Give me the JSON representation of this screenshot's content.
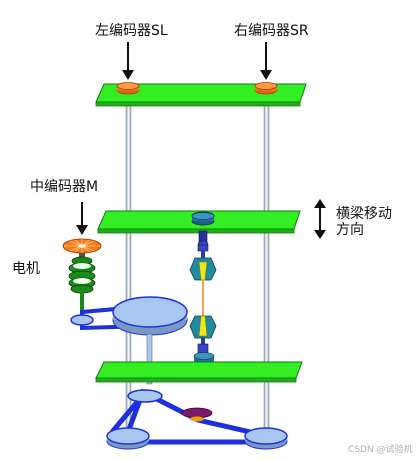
{
  "labels": {
    "left_encoder": "左编码器SL",
    "right_encoder": "右编码器SR",
    "middle_encoder": "中编码器M",
    "motor": "电机",
    "move_line1": "横梁移动",
    "move_line2": "方向"
  },
  "watermark": "CSDN @试验机",
  "colors": {
    "plate": "#33ee22",
    "plate_edge": "#117a0e",
    "column": "#eef2ff",
    "pulley": "#a7c7f0",
    "belt": "#1e2fe0",
    "encoder": "#ff7a10",
    "coil": "#1a8a1a",
    "screw": "#1f6fa8",
    "nut": "#cfcf20",
    "fan": "#ff7a10",
    "purple": "#7a1a6a"
  }
}
